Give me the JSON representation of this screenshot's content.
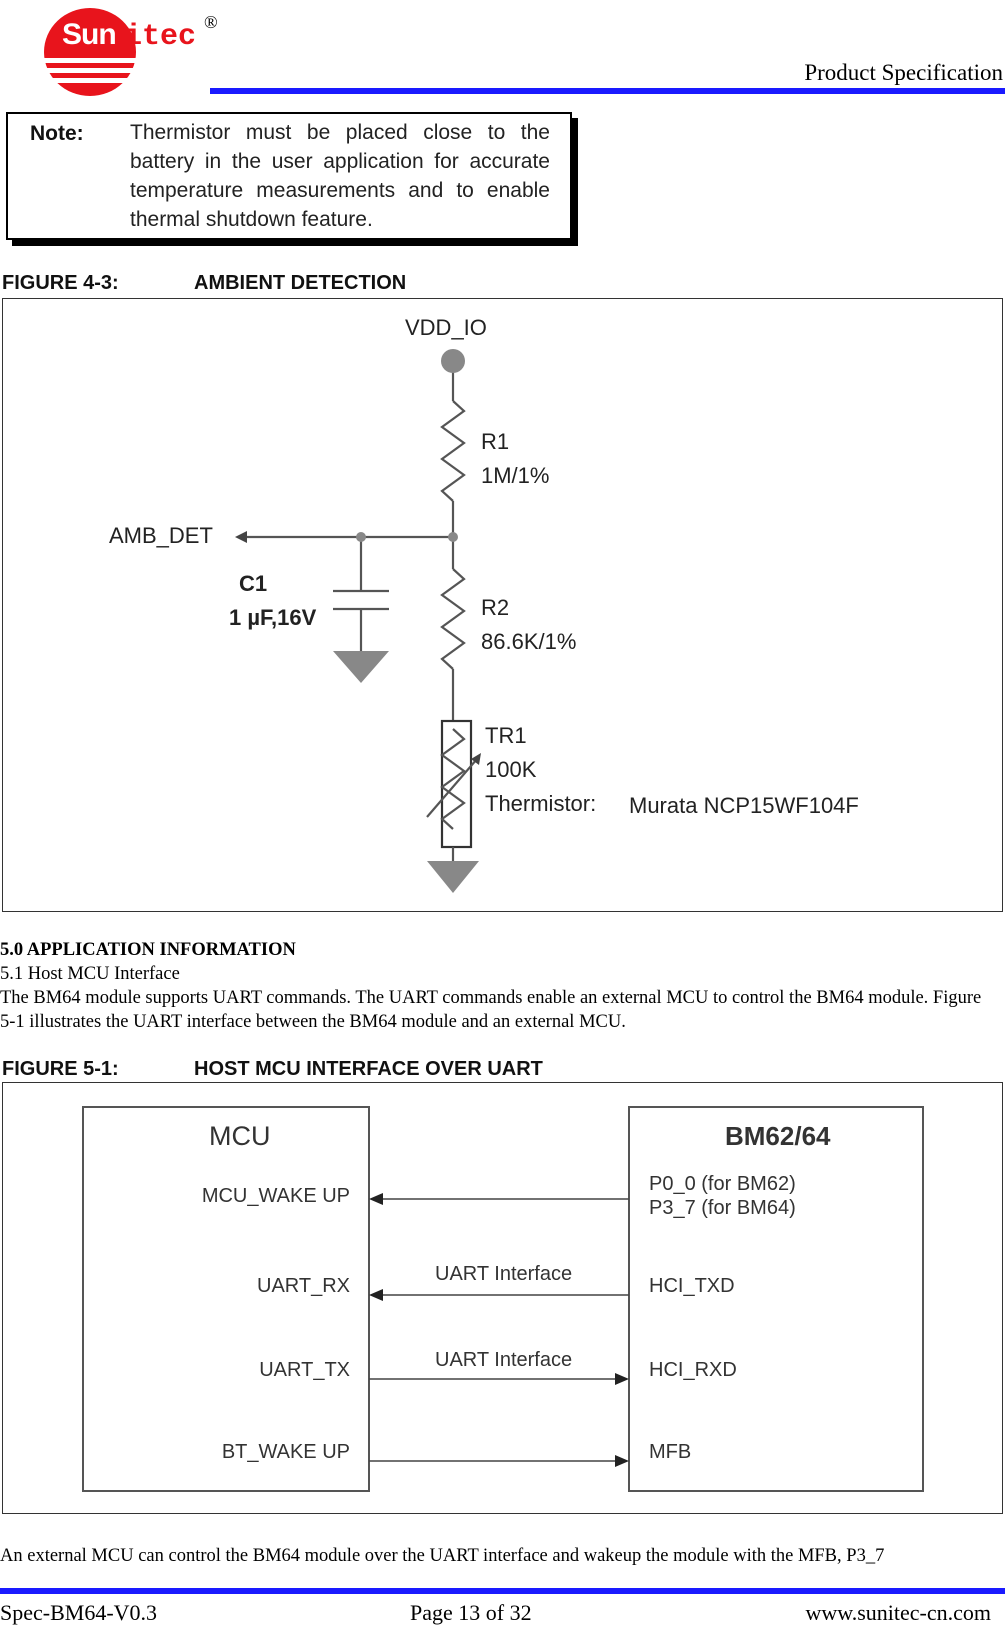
{
  "header": {
    "logo_sun": "Sun",
    "logo_itec": "itec",
    "logo_reg": "®",
    "title": "Product Specification"
  },
  "note": {
    "label": "Note:",
    "text": "Thermistor must be placed close to the battery in the user application for accurate temperature measurements and to enable thermal shutdown feature."
  },
  "figure_4_3": {
    "number": "FIGURE 4-3:",
    "title": "AMBIENT DETECTION",
    "vdd": "VDD_IO",
    "r1_name": "R1",
    "r1_value": "1M/1%",
    "amb_det": "AMB_DET",
    "c1_name": "C1",
    "c1_value": "1 µF,16V",
    "r2_name": "R2",
    "r2_value": "86.6K/1%",
    "tr1_name": "TR1",
    "tr1_value": "100K",
    "thermistor_label": "Thermistor:",
    "thermistor_part": "Murata NCP15WF104F"
  },
  "section": {
    "heading": "5.0 APPLICATION INFORMATION",
    "subheading": "5.1 Host MCU Interface",
    "paragraph": "The BM64 module supports UART commands. The UART commands enable an external MCU to control the BM64 module. Figure 5-1 illustrates the UART interface between the BM64 module and an external MCU."
  },
  "figure_5_1": {
    "number": "FIGURE 5-1:",
    "title": "HOST MCU INTERFACE OVER UART",
    "mcu_title": "MCU",
    "bm_title": "BM62/64",
    "mcu_pins": [
      "MCU_WAKE UP",
      "UART_RX",
      "UART_TX",
      "BT_WAKE UP"
    ],
    "bm_pin_p0": "P0_0 (for BM62)",
    "bm_pin_p3": "P3_7 (for BM64)",
    "bm_pins": [
      "HCI_TXD",
      "HCI_RXD",
      "MFB"
    ],
    "uart_label_1": "UART Interface",
    "uart_label_2": "UART Interface"
  },
  "closing_text": "An external MCU can control the BM64 module over the UART interface and wakeup the module with the MFB, P3_7",
  "footer": {
    "left": "Spec-BM64-V0.3",
    "center": "Page 13 of 32",
    "right": "www.sunitec-cn.com"
  }
}
